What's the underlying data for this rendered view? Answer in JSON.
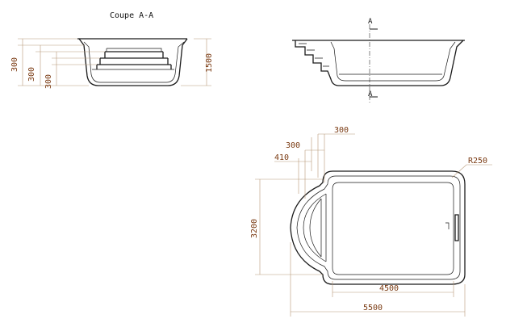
{
  "title": "Coupe A-A",
  "section_marks": {
    "top": "A",
    "bottom": "A"
  },
  "section_view": {
    "dims": {
      "step1": "300",
      "step2": "300",
      "step3": "300",
      "depth": "1500"
    }
  },
  "plan_view": {
    "dims": {
      "stair_offset": "300",
      "stair_inner": "300",
      "stair_width": "410",
      "width": "3200",
      "inner_length": "4500",
      "total_length": "5500",
      "corner_radius": "R250"
    }
  }
}
